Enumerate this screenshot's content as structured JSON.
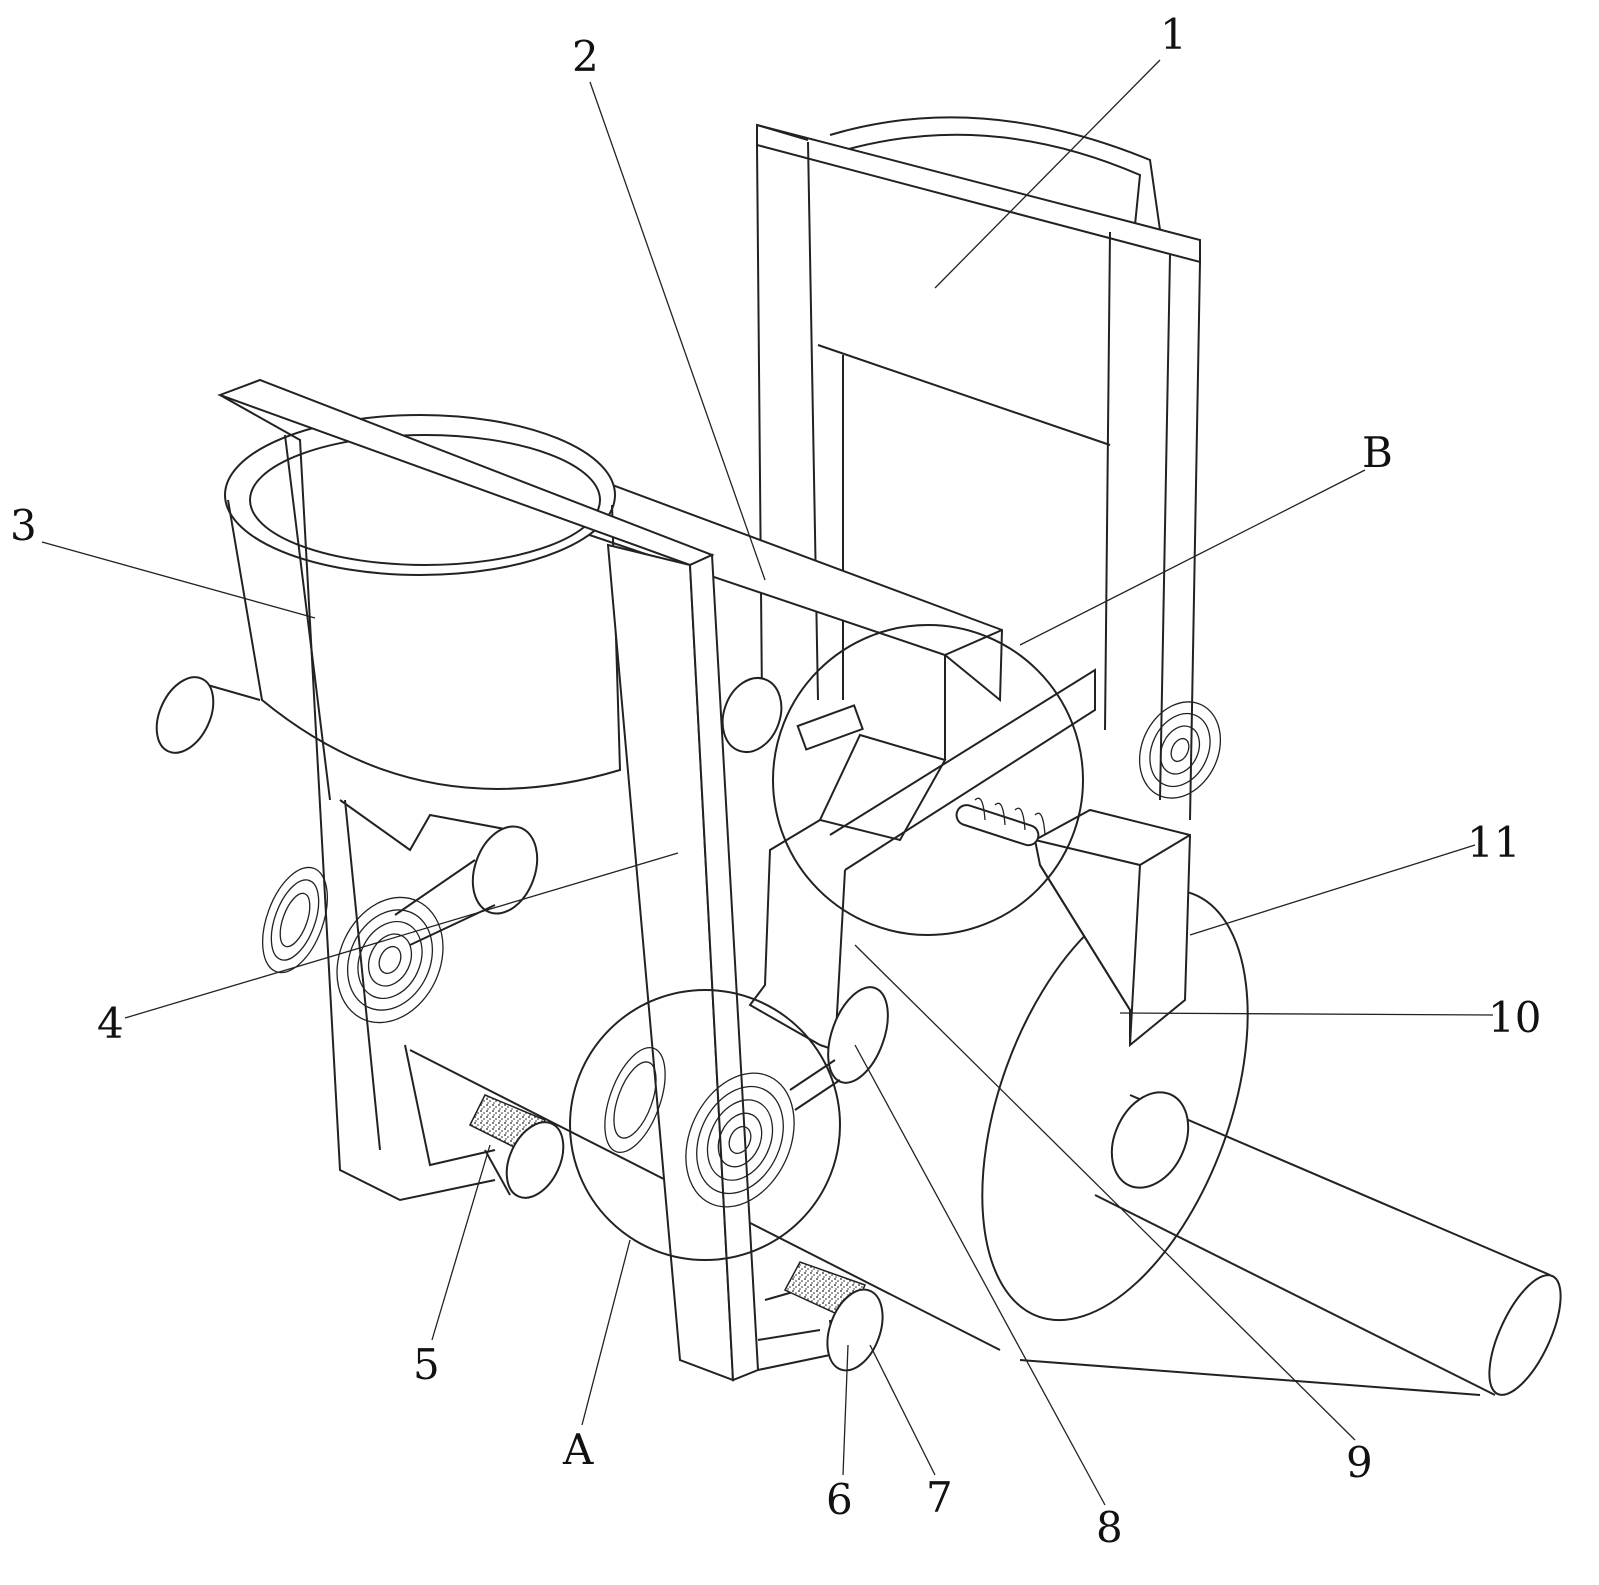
{
  "figure": {
    "labels": {
      "l1": "1",
      "l2": "2",
      "l3": "3",
      "l4": "4",
      "l5": "5",
      "l6": "6",
      "l7": "7",
      "l8": "8",
      "l9": "9",
      "l10": "10",
      "l11": "11",
      "lA": "A",
      "lB": "B"
    }
  }
}
